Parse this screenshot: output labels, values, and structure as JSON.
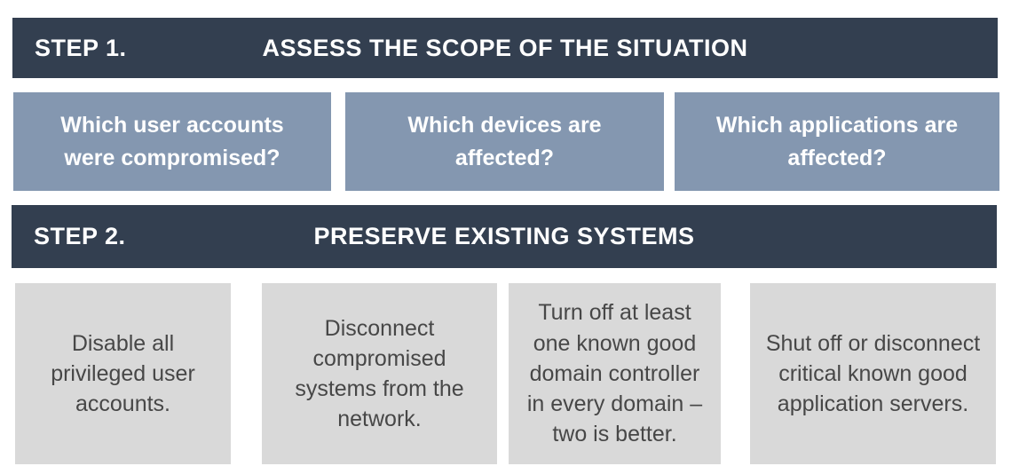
{
  "colors": {
    "header_bg": "#333f50",
    "header_text": "#ffffff",
    "question_bg": "#8497b0",
    "question_text": "#ffffff",
    "action_bg": "#d9d9d9",
    "action_text": "#474747",
    "page_bg": "#ffffff"
  },
  "step1": {
    "label": "STEP 1.",
    "title": "ASSESS THE SCOPE OF THE SITUATION",
    "questions": [
      {
        "text": "Which user accounts were compromised?"
      },
      {
        "text": "Which devices are affected?"
      },
      {
        "text": "Which applications are affected?"
      }
    ]
  },
  "step2": {
    "label": "STEP 2.",
    "title": "PRESERVE EXISTING SYSTEMS",
    "actions": [
      {
        "text": "Disable all privileged user accounts."
      },
      {
        "text": "Disconnect compromised systems from the network."
      },
      {
        "text": "Turn off at least one known good domain controller in every domain – two is better."
      },
      {
        "text": "Shut off or disconnect critical known good application servers."
      }
    ]
  }
}
